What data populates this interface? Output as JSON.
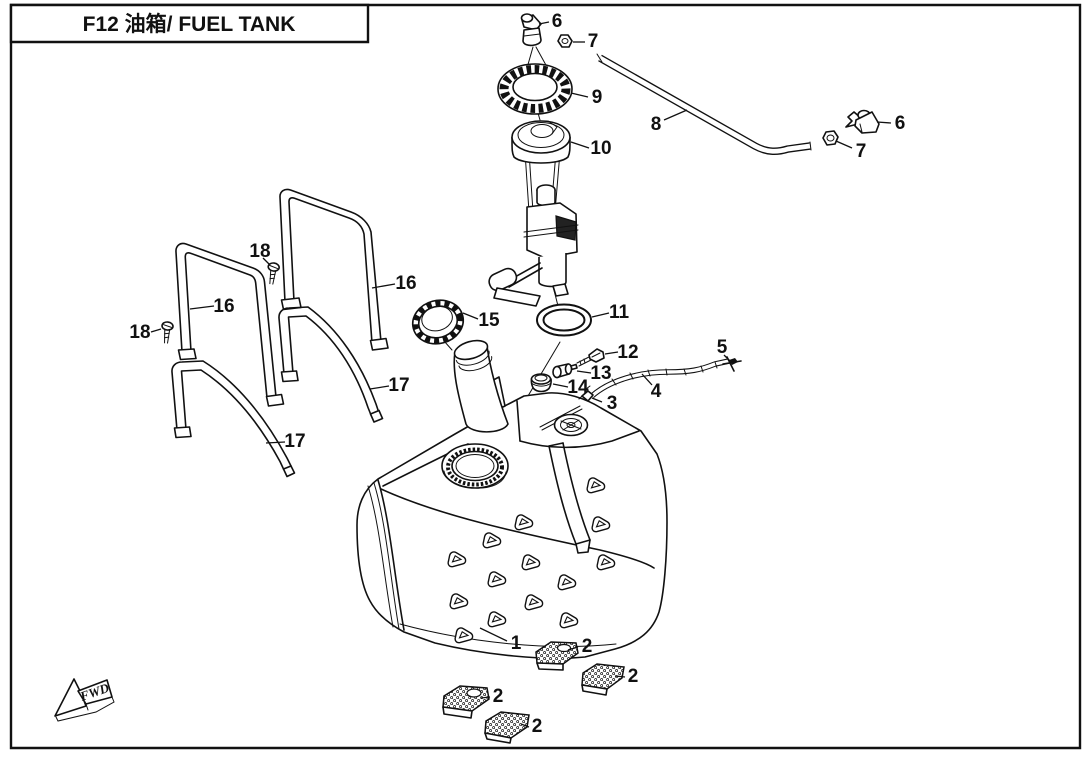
{
  "title": "F12 油箱/ FUEL TANK",
  "direction_label": "FWD",
  "parts": {
    "p1": "1",
    "p2": "2",
    "p3": "3",
    "p4": "4",
    "p5": "5",
    "p6": "6",
    "p7": "7",
    "p8": "8",
    "p9": "9",
    "p10": "10",
    "p11": "11",
    "p12": "12",
    "p13": "13",
    "p14": "14",
    "p15": "15",
    "p16": "16",
    "p17": "17",
    "p18": "18"
  },
  "colors": {
    "line": "#111111",
    "background": "#ffffff"
  }
}
